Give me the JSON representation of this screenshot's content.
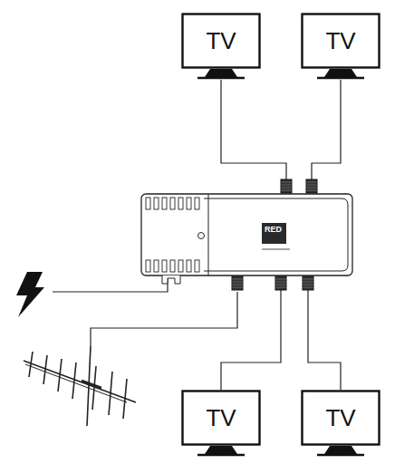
{
  "diagram": {
    "nodes": [
      {
        "text": [
          "TV"
        ]
      },
      {
        "text": [
          "TV"
        ]
      },
      {
        "text": [
          "RED"
        ]
      },
      {
        "text": [
          "TV"
        ]
      },
      {
        "text": [
          "TV"
        ]
      }
    ],
    "edges": [
      {
        "from": 2,
        "to": 0,
        "arrow": "none"
      },
      {
        "from": 2,
        "to": 1,
        "arrow": "none"
      },
      {
        "from": 2,
        "to": 3,
        "arrow": "none"
      },
      {
        "from": 2,
        "to": 4,
        "arrow": "none"
      }
    ]
  }
}
